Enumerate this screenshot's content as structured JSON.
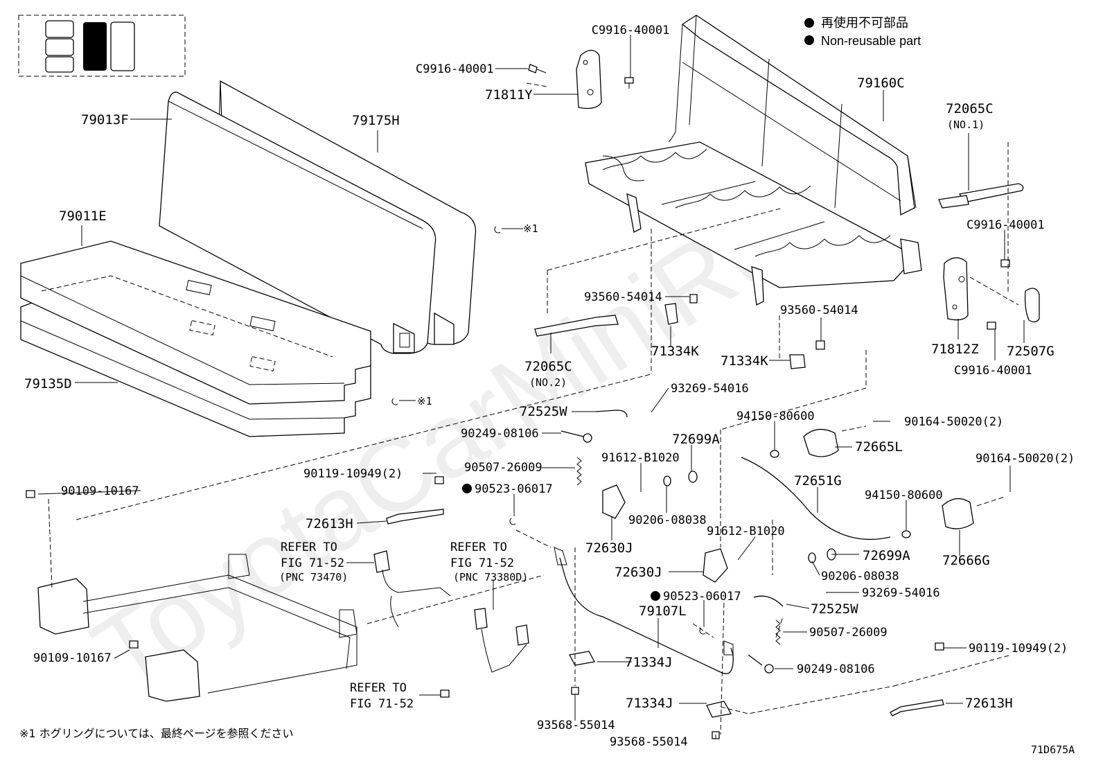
{
  "diagram": {
    "code": "71D675A",
    "watermark": "ToyotaCarMiniRu",
    "legend": {
      "jp": "再使用不可部品",
      "en": "Non-reusable part"
    },
    "footnote": "※1 ホグリングについては、最終ページを参照ください",
    "ring_note_1": "※1",
    "ring_note_2": "※1",
    "labels": {
      "c9916_top_left": "C9916-40001",
      "c9916_top_right": "C9916-40001",
      "p71811y": "71811Y",
      "p79013f": "79013F",
      "p79175h": "79175H",
      "p79160c": "79160C",
      "p72065c_1": "72065C",
      "p72065c_1_sub": "(NO.1)",
      "c9916_right_upper": "C9916-40001",
      "c9916_right_lower": "C9916-40001",
      "p71812z": "71812Z",
      "p72507g": "72507G",
      "p79011e": "79011E",
      "p93560_a": "93560-54014",
      "p93560_b": "93560-54014",
      "p71334k_a": "71334K",
      "p71334k_b": "71334K",
      "p72065c_2": "72065C",
      "p72065c_2_sub": "(NO.2)",
      "p79135d": "79135D",
      "p93269_a": "93269-54016",
      "p72525w_a": "72525W",
      "p94150_a": "94150-80600",
      "p90164_a": "90164-50020(2)",
      "p90249_a": "90249-08106",
      "p72699a_a": "72699A",
      "p72665l": "72665L",
      "p90507_a": "90507-26009",
      "p91612_a": "91612-B1020",
      "p90119_a": "90119-10949(2)",
      "p90523_a": "90523-06017",
      "p72651g": "72651G",
      "p90164_b": "90164-50020(2)",
      "p90109_a": "90109-10167",
      "p90206_a": "90206-08038",
      "p94150_b": "94150-80600",
      "p72613h_a": "72613H",
      "p91612_b": "91612-B1020",
      "p72630j_a": "72630J",
      "p72699a_b": "72699A",
      "p72666g": "72666G",
      "refer1_a": "REFER TO",
      "refer1_b": "FIG 71-52",
      "refer1_c": "(PNC 73470)",
      "refer2_a": "REFER TO",
      "refer2_b": "FIG 71-52",
      "refer2_c": "(PNC 73380D)",
      "p72630j_b": "72630J",
      "p90206_b": "90206-08038",
      "p90523_b": "90523-06017",
      "p93269_b": "93269-54016",
      "p79107l": "79107L",
      "p72525w_b": "72525W",
      "p90507_b": "90507-26009",
      "p90109_b": "90109-10167",
      "p90119_b": "90119-10949(2)",
      "p71334j_a": "71334J",
      "p90249_b": "90249-08106",
      "refer3_a": "REFER TO",
      "refer3_b": "FIG 71-52",
      "p71334j_b": "71334J",
      "p72613h_b": "72613H",
      "p93568_a": "93568-55014",
      "p93568_b": "93568-55014"
    }
  }
}
